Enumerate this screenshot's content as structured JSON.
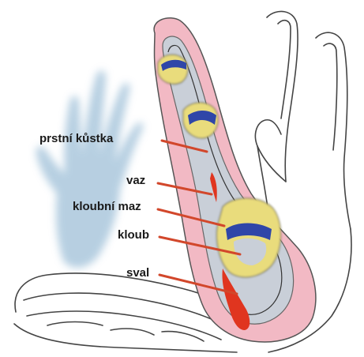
{
  "labels": {
    "finger_bone": "prstní kůstka",
    "ligament": "vaz",
    "synovial_fluid": "kloubní maz",
    "joint": "kloub",
    "muscle": "sval"
  },
  "colors": {
    "leader_line": "#d2472b",
    "skin": "#f2b9c4",
    "bone": "#c9cfd8",
    "cartilage": "#2f46a8",
    "synovial": "#e9dc7c",
    "muscle": "#e0351f",
    "outline": "#333333",
    "hand_shadow": "#9fc0d8"
  },
  "icons": {
    "hand_silhouette": "hand-silhouette-icon"
  }
}
